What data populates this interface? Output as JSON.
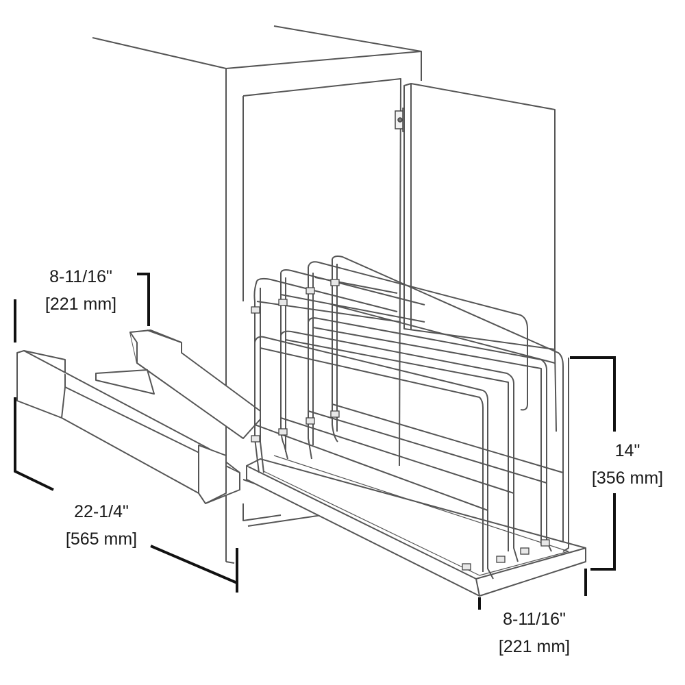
{
  "dimensions": {
    "top_width": {
      "inches": "8-11/16\"",
      "mm": "[221 mm]"
    },
    "depth": {
      "inches": "22-1/4\"",
      "mm": "[565 mm]"
    },
    "height": {
      "inches": "14\"",
      "mm": "[356 mm]"
    },
    "bottom_width": {
      "inches": "8-11/16\"",
      "mm": "[221 mm]"
    }
  },
  "colors": {
    "line": "#555555",
    "dimension_line": "#111111",
    "background": "#ffffff"
  }
}
